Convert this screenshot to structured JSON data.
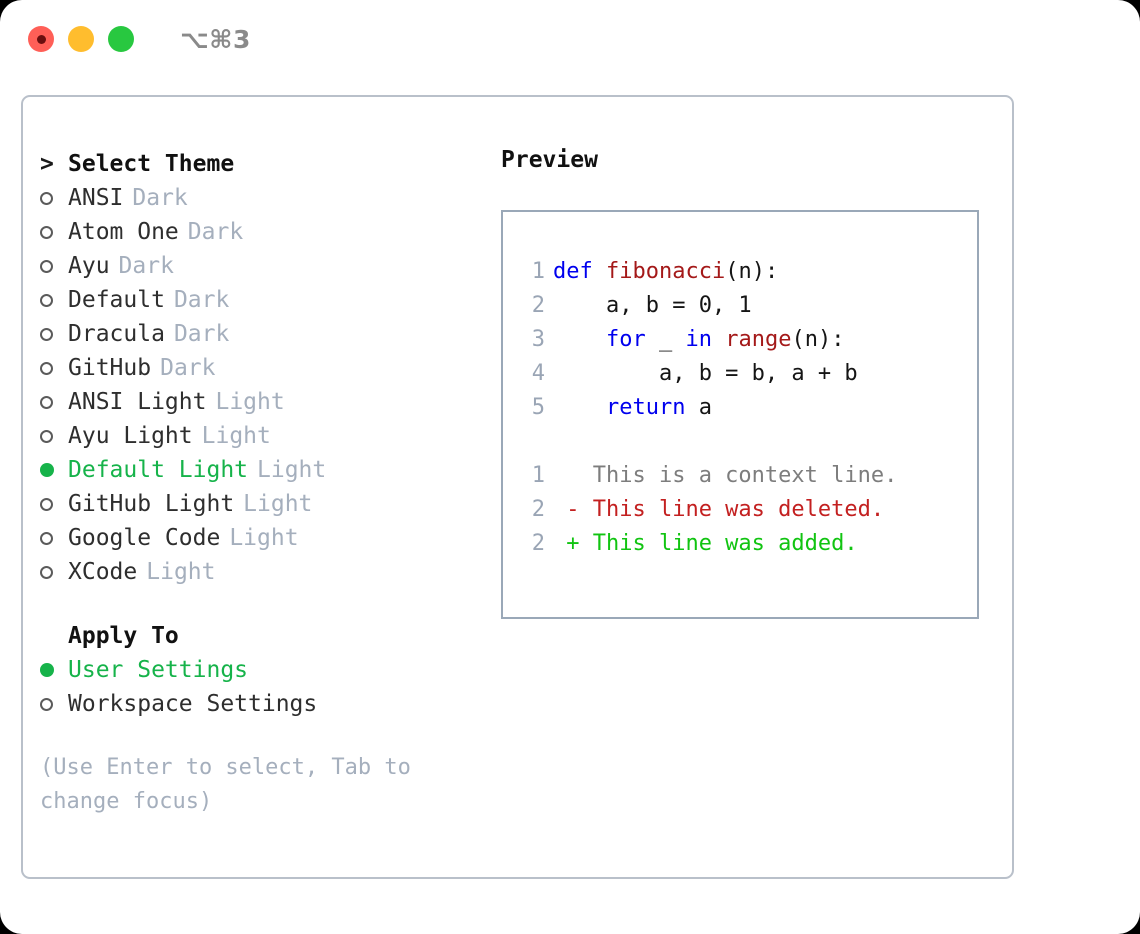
{
  "window": {
    "traffic_lights": [
      "close-red",
      "minimize-yellow",
      "maximize-green"
    ],
    "shortcut": "⌥⌘3"
  },
  "left": {
    "heading_caret": ">",
    "heading": "Select Theme",
    "themes": [
      {
        "name": "ANSI",
        "kind": "Dark",
        "selected": false
      },
      {
        "name": "Atom One",
        "kind": "Dark",
        "selected": false
      },
      {
        "name": "Ayu",
        "kind": "Dark",
        "selected": false
      },
      {
        "name": "Default",
        "kind": "Dark",
        "selected": false
      },
      {
        "name": "Dracula",
        "kind": "Dark",
        "selected": false
      },
      {
        "name": "GitHub",
        "kind": "Dark",
        "selected": false
      },
      {
        "name": "ANSI Light",
        "kind": "Light",
        "selected": false
      },
      {
        "name": "Ayu Light",
        "kind": "Light",
        "selected": false
      },
      {
        "name": "Default Light",
        "kind": "Light",
        "selected": true
      },
      {
        "name": "GitHub Light",
        "kind": "Light",
        "selected": false
      },
      {
        "name": "Google Code",
        "kind": "Light",
        "selected": false
      },
      {
        "name": "XCode",
        "kind": "Light",
        "selected": false
      }
    ],
    "apply_to_heading": "Apply To",
    "apply_to": [
      {
        "name": "User Settings",
        "selected": true
      },
      {
        "name": "Workspace Settings",
        "selected": false
      }
    ],
    "hint": "(Use Enter to select, Tab to change focus)"
  },
  "right": {
    "preview_label": "Preview",
    "code_lines": [
      {
        "no": "1",
        "tokens": [
          {
            "t": "def ",
            "c": "tok-kw"
          },
          {
            "t": "fibonacci",
            "c": "tok-fn"
          },
          {
            "t": "(n):",
            "c": "tok-txt"
          }
        ]
      },
      {
        "no": "2",
        "tokens": [
          {
            "t": "    a, b = 0, 1",
            "c": "tok-txt"
          }
        ]
      },
      {
        "no": "3",
        "tokens": [
          {
            "t": "    ",
            "c": "tok-txt"
          },
          {
            "t": "for",
            "c": "tok-kw"
          },
          {
            "t": " _ ",
            "c": "tok-txt"
          },
          {
            "t": "in",
            "c": "tok-kw"
          },
          {
            "t": " ",
            "c": "tok-txt"
          },
          {
            "t": "range",
            "c": "tok-fn"
          },
          {
            "t": "(n):",
            "c": "tok-txt"
          }
        ]
      },
      {
        "no": "4",
        "tokens": [
          {
            "t": "        a, b = b, a + b",
            "c": "tok-txt"
          }
        ]
      },
      {
        "no": "5",
        "tokens": [
          {
            "t": "    ",
            "c": "tok-txt"
          },
          {
            "t": "return",
            "c": "tok-kw"
          },
          {
            "t": " a",
            "c": "tok-txt"
          }
        ]
      }
    ],
    "diff_lines": [
      {
        "no": "1",
        "sign": " ",
        "text": "This is a context line.",
        "cls": "diff-context"
      },
      {
        "no": "2",
        "sign": "-",
        "text": "This line was deleted.",
        "cls": "diff-del"
      },
      {
        "no": "2",
        "sign": "+",
        "text": "This line was added.",
        "cls": "diff-add"
      }
    ]
  },
  "colors": {
    "accent_green": "#16b34a",
    "muted": "#a5afbd",
    "panel_border": "#b9c0ca",
    "preview_border": "#9aa8b8",
    "keyword": "#0000ee",
    "function": "#a41919",
    "diff_added": "#11c411",
    "diff_deleted": "#c32020"
  }
}
